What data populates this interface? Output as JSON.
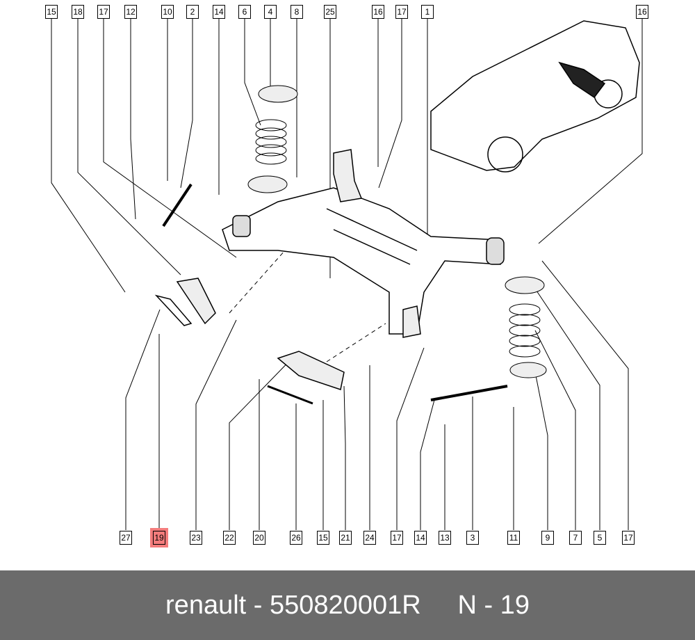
{
  "top_callouts": [
    "15",
    "18",
    "17",
    "12",
    "10",
    "2",
    "14",
    "6",
    "4",
    "8",
    "25",
    "16",
    "17",
    "1",
    "16"
  ],
  "bottom_callouts": [
    "27",
    "19",
    "23",
    "22",
    "20",
    "26",
    "15",
    "21",
    "24",
    "17",
    "14",
    "13",
    "3",
    "11",
    "9",
    "7",
    "5",
    "17"
  ],
  "highlighted_callout": "19",
  "highlight_color": "#f47c7c",
  "footer": {
    "brand": "renault",
    "separator": " - ",
    "part_number": "550820001R",
    "ref": "N - 19"
  }
}
